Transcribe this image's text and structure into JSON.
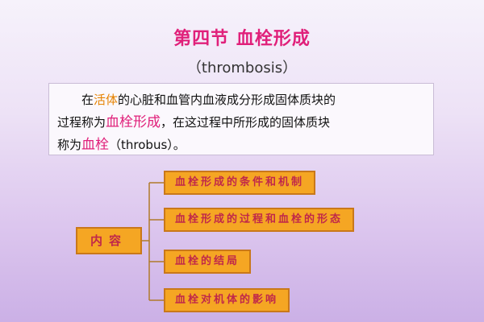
{
  "title": "第四节  血栓形成",
  "subtitle": "（thrombosis）",
  "definition": {
    "line1_pre": "在",
    "line1_hl": "活体",
    "line1_post": "的心脏和血管内血液成分形成固体质块的",
    "line2_pre": "过程称为",
    "line2_hl": "血栓形成",
    "line2_post": "，在这过程中所形成的固体质块",
    "line3_pre": "称为",
    "line3_hl": "血栓",
    "line3_post": "（throbus）。"
  },
  "diagram": {
    "label": "内容",
    "items": [
      "血栓形成的条件和机制",
      "血栓形成的过程和血栓的形态",
      "血栓的结局",
      "血栓对机体的影响"
    ]
  },
  "colors": {
    "title": "#e0207a",
    "highlight_orange": "#e68200",
    "box_fill": "#f5a623",
    "box_text": "#c0284a"
  }
}
